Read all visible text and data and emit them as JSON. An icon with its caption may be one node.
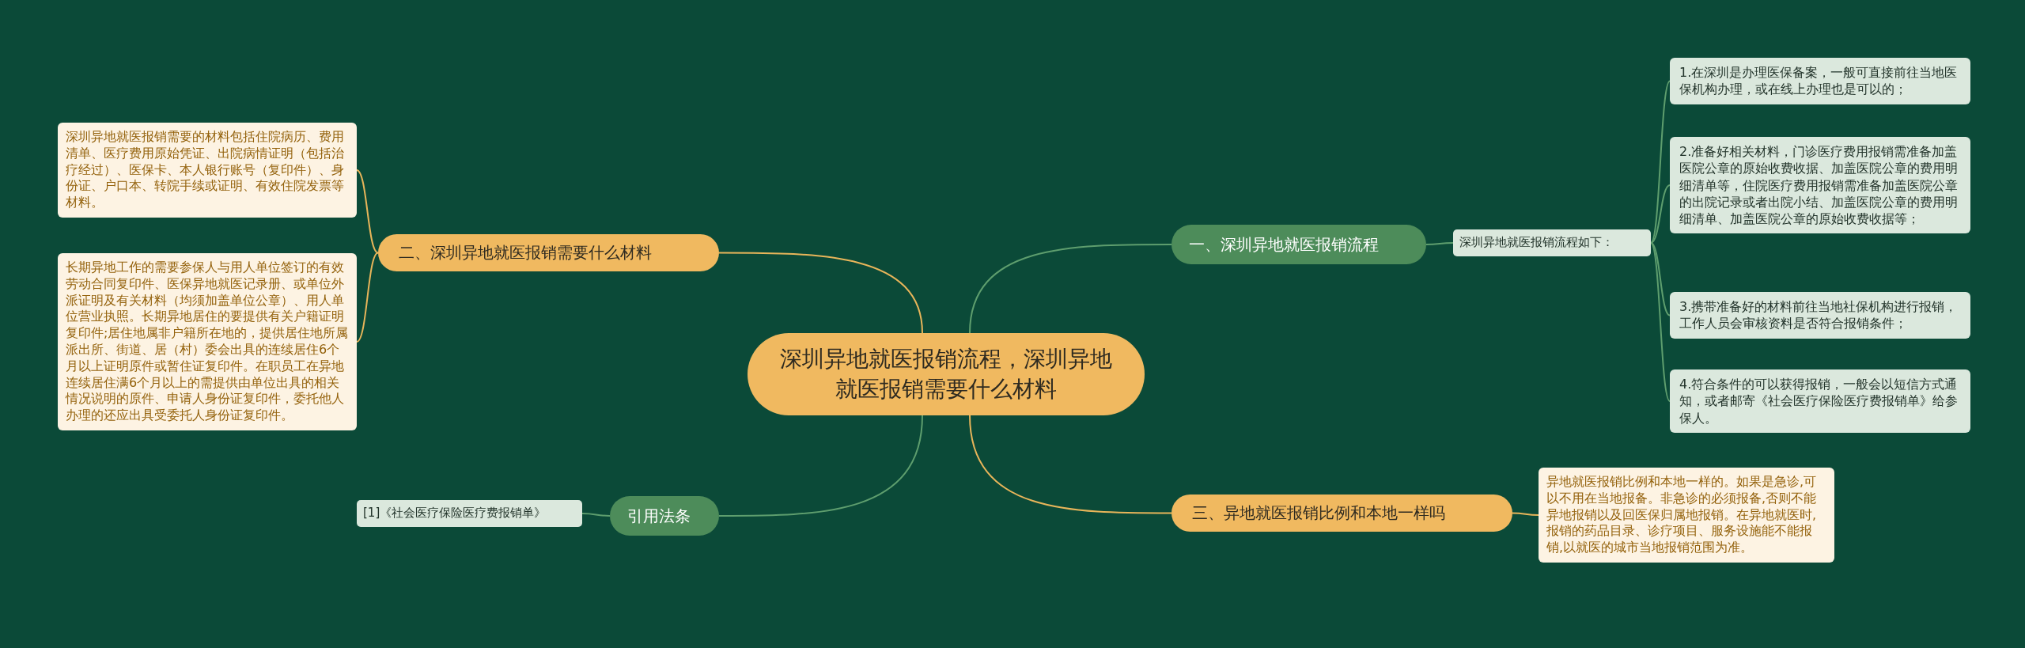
{
  "diagram": {
    "nodes": [
      {
        "text": [
          "深圳异地就医报销流程，深圳异地就医报销需要什么材料"
        ]
      },
      {
        "text": [
          "一、深圳异地就医报销流程"
        ]
      },
      {
        "text": [
          "深圳异地就医报销流程如下："
        ]
      },
      {
        "text": [
          "1.在深圳是办理医保备案，一般可直接前往当地医保机构办理，或在线上办理也是可以的；"
        ]
      },
      {
        "text": [
          "2.准备好相关材料，门诊医疗费用报销需准备加盖医院公章的原始收费收据、加盖医院公章的费用明细清单等，住院医疗费用报销需准备加盖医院公章的出院记录或者出院小结、加盖医院公章的费用明细清单、加盖医院公章的原始收费收据等；"
        ]
      },
      {
        "text": [
          "3.携带准备好的材料前往当地社保机构进行报销，工作人员会审核资料是否符合报销条件；"
        ]
      },
      {
        "text": [
          "4.符合条件的可以获得报销，一般会以短信方式通知，或者邮寄《社会医疗保险医疗费报销单》给参保人。"
        ]
      },
      {
        "text": [
          "三、异地就医报销比例和本地一样吗"
        ]
      },
      {
        "text": [
          "异地就医报销比例和本地一样的。如果是急诊,可以不用在当地报备。非急诊的必须报备,否则不能异地报销以及回医保归属地报销。在异地就医时,报销的药品目录、诊疗项目、服务设施能不能报销,以就医的城市当地报销范围为准。"
        ]
      },
      {
        "text": [
          "二、深圳异地就医报销需要什么材料"
        ]
      },
      {
        "text": [
          "深圳异地就医报销需要的材料包括住院病历、费用清单、医疗费用原始凭证、出院病情证明（包括治疗经过）、医保卡、本人银行账号（复印件）、身份证、户口本、转院手续或证明、有效住院发票等材料。"
        ]
      },
      {
        "text": [
          "长期异地工作的需要参保人与用人单位签订的有效劳动合同复印件、医保异地就医记录册、或单位外派证明及有关材料（均须加盖单位公章）、用人单位营业执照。长期异地居住的要提供有关户籍证明复印件;居住地属非户籍所在地的，提供居住地所属派出所、街道、居（村）委会出具的连续居住6个月以上证明原件或暂住证复印件。在职员工在异地连续居住满6个月以上的需提供由单位出具的相关情况说明的原件、申请人身份证复印件，委托他人办理的还应出具受委托人身份证复印件。"
        ]
      },
      {
        "text": [
          "引用法条"
        ]
      },
      {
        "text": [
          "[1]《社会医疗保险医疗费报销单》"
        ]
      }
    ],
    "edges": [
      {
        "from": 0,
        "to": 1,
        "arrow": "none"
      },
      {
        "from": 1,
        "to": 2,
        "arrow": "none"
      },
      {
        "from": 2,
        "to": 3,
        "arrow": "none"
      },
      {
        "from": 2,
        "to": 4,
        "arrow": "none"
      },
      {
        "from": 2,
        "to": 5,
        "arrow": "none"
      },
      {
        "from": 2,
        "to": 6,
        "arrow": "none"
      },
      {
        "from": 0,
        "to": 7,
        "arrow": "none",
        "color": "#e8b55a"
      },
      {
        "from": 7,
        "to": 8,
        "arrow": "none",
        "color": "#e8b55a"
      },
      {
        "from": 0,
        "to": 9,
        "arrow": "none",
        "color": "#e8b55a"
      },
      {
        "from": 9,
        "to": 10,
        "arrow": "none",
        "color": "#e8b55a"
      },
      {
        "from": 9,
        "to": 11,
        "arrow": "none",
        "color": "#e8b55a"
      },
      {
        "from": 0,
        "to": 12,
        "arrow": "none"
      },
      {
        "from": 12,
        "to": 13,
        "arrow": "none"
      }
    ]
  }
}
